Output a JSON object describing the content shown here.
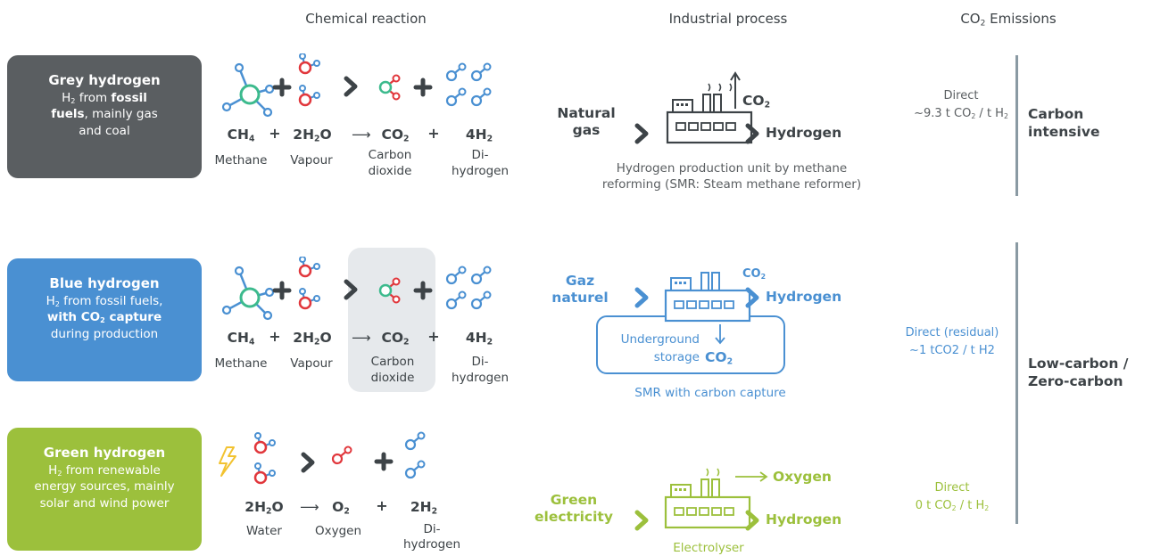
{
  "headers": {
    "chemical": "Chemical reaction",
    "industrial": "Industrial process",
    "emissions_pre": "CO",
    "emissions_sub": "2",
    "emissions_post": " Emissions"
  },
  "colors": {
    "grey": "#5a5e61",
    "blue": "#4a90d2",
    "green": "#9cc03c",
    "dark": "#3d4347",
    "carbon_atom": "#3cba8d",
    "oxygen_atom": "#e1373c",
    "hydrogen_atom": "#4a90d2",
    "gray_line": "#8a9aa3",
    "highlight": "#e6e9ec"
  },
  "grey": {
    "title": "Grey hydrogen",
    "desc_h": "H",
    "desc_h_sub": "2",
    "desc_1": " from ",
    "desc_bold1": "fossil",
    "desc_bold2": "fuels",
    "desc_2": ", mainly gas",
    "desc_3": "and coal",
    "formulas": {
      "ch4": "CH",
      "ch4_sub": "4",
      "plus1": "+",
      "h2o_pre": "2H",
      "h2o_sub": "2",
      "h2o_post": "O",
      "arrow": "⟶",
      "co2_pre": "CO",
      "co2_sub": "2",
      "plus2": "+",
      "h2_pre": "4H",
      "h2_sub": "2"
    },
    "names": {
      "methane": "Methane",
      "vapour": "Vapour",
      "carbon1": "Carbon",
      "carbon2": "dioxide",
      "di1": "Di-",
      "di2": "hydrogen"
    },
    "process": {
      "input1": "Natural",
      "input2": "gas",
      "output": "Hydrogen",
      "co2_pre": "CO",
      "co2_sub": "2",
      "caption1": "Hydrogen production unit by methane",
      "caption2": "reforming (SMR: Steam methane reformer)"
    },
    "emissions": {
      "line1": "Direct",
      "line2_pre": "~9.3 t CO",
      "line2_sub": "2",
      "line2_mid": "  / t H",
      "line2_sub2": "2"
    },
    "class1": "Carbon",
    "class2": "intensive"
  },
  "blue": {
    "title": "Blue hydrogen",
    "desc_h": "H",
    "desc_h_sub": "2",
    "desc_1": " from fossil fuels,",
    "desc_bold_pre": "with CO",
    "desc_bold_sub": "2",
    "desc_bold_post": " capture",
    "desc_3": "during production",
    "formulas": {
      "ch4": "CH",
      "ch4_sub": "4",
      "plus1": "+",
      "h2o_pre": "2H",
      "h2o_sub": "2",
      "h2o_post": "O",
      "arrow": "⟶",
      "co2_pre": "CO",
      "co2_sub": "2",
      "plus2": "+",
      "h2_pre": "4H",
      "h2_sub": "2"
    },
    "names": {
      "methane": "Methane",
      "vapour": "Vapour",
      "carbon1": "Carbon",
      "carbon2": "dioxide",
      "di1": "Di-",
      "di2": "hydrogen"
    },
    "process": {
      "input1": "Gaz",
      "input2": "naturel",
      "output": "Hydrogen",
      "co2_pre": "CO",
      "co2_sub": "2",
      "storage1": "Underground",
      "storage2": "storage",
      "storage_co2_pre": "CO",
      "storage_co2_sub": "2",
      "caption": "SMR with carbon capture"
    },
    "emissions": {
      "line1": "Direct (residual)",
      "line2": "~1 tCO2 / t H2"
    }
  },
  "green": {
    "title": "Green hydrogen",
    "desc_h": "H",
    "desc_h_sub": "2",
    "desc_1": " from renewable",
    "desc_2": "energy sources, mainly",
    "desc_3": "solar and wind power",
    "formulas": {
      "h2o_pre": "2H",
      "h2o_sub": "2",
      "h2o_post": "O",
      "arrow": "⟶",
      "o2_pre": "O",
      "o2_sub": "2",
      "plus": "+",
      "h2_pre": "2H",
      "h2_sub": "2"
    },
    "names": {
      "water": "Water",
      "oxygen": "Oxygen",
      "di1": "Di-",
      "di2": "hydrogen"
    },
    "process": {
      "input1": "Green",
      "input2": "electricity",
      "output1": "Oxygen",
      "output2": "Hydrogen",
      "caption": "Electrolyser"
    },
    "emissions": {
      "line1": "Direct",
      "line2_pre": "0 t CO",
      "line2_sub": "2",
      "line2_mid": "  / t H",
      "line2_sub2": "2"
    }
  },
  "lowcarbon": {
    "line1": "Low-carbon /",
    "line2": "Zero-carbon"
  }
}
